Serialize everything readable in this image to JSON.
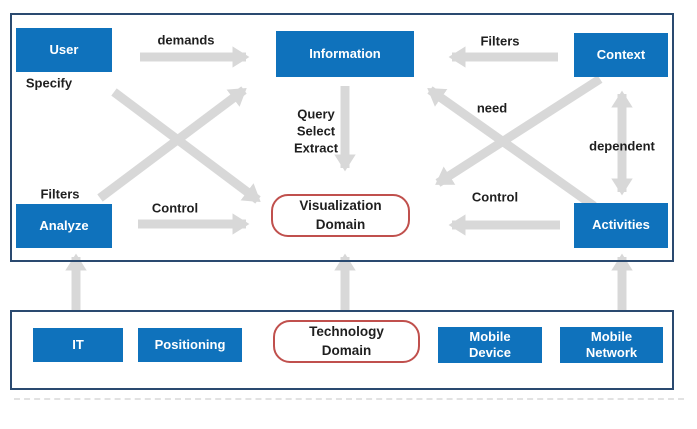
{
  "top_section": {
    "boxes": {
      "user": "User",
      "information": "Information",
      "context": "Context",
      "analyze": "Analyze",
      "activities": "Activities"
    },
    "domain_box": "Visualization\nDomain",
    "labels": {
      "demands": "demands",
      "specify": "Specify",
      "filters_top": "Filters",
      "filters_left": "Filters",
      "query_select_extract": "Query\nSelect\nExtract",
      "need": "need",
      "dependent": "dependent",
      "control_left": "Control",
      "control_right": "Control"
    }
  },
  "bottom_section": {
    "boxes": {
      "it": "IT",
      "positioning": "Positioning",
      "mobile_device": "Mobile\nDevice",
      "mobile_network": "Mobile\nNetwork"
    },
    "domain_box": "Technology\nDomain"
  },
  "colors": {
    "box_blue": "#0f72bc",
    "panel_border_navy": "#2a4a70",
    "domain_border_red": "#c0504d",
    "arrow_gray": "#d8d8d8",
    "label_text": "#1f1f1f",
    "box_text": "#ffffff"
  }
}
